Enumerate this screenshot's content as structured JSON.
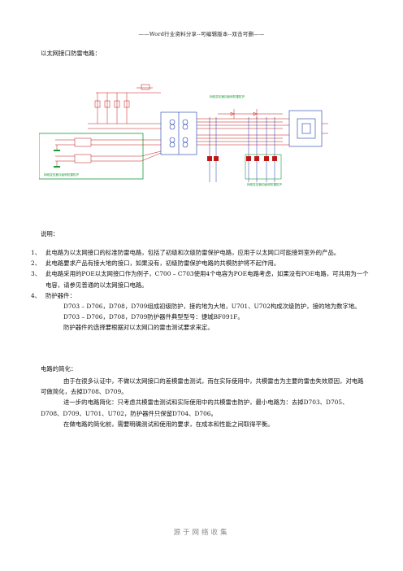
{
  "header": "——Word行业资料分享--可编辑版本--双击可删——",
  "heading": "以太网接口防雷电路：",
  "schematic": {
    "label_primary_top": "网络变压器初级侧防雷防护",
    "label_secondary_left": "网络变压器次级侧防雷防护",
    "label_primary_bottom": "网络变压器初级侧防雷防护"
  },
  "shuoming": "说明：",
  "notes": [
    {
      "num": "1、",
      "text": "此电路为以太网接口的标准防雷电路，包括了初级和次级防雷保护电路，应用于以太网口可能接到室外的产品。"
    },
    {
      "num": "2、",
      "text": "此电路要求产品有接大地的接口，如果没有，初级防雷保护电路的共模防护将不起作用。"
    },
    {
      "num": "3、",
      "text": "此电路采用的POE以太网接口作为例子，C700 – C703使用4个电容为POE电路考虑，如果没有POE电路，可共用为一个电容，请参见普通的以太网接口电路。"
    },
    {
      "num": "4、",
      "text": "防护器件："
    }
  ],
  "protect_lines": [
    "D703 – D706，D708，D709组成初级防护，接的地为大地，U701、U702构成次级防护，接的地为数字地。",
    "D703 – D706，D708，D709防护器件典型型号：捷城BF091F。",
    "防护器件的选择要根据对以太网口的雷击测试要求来定。"
  ],
  "simplify_title": "电路的简化：",
  "simplify": [
    "由于在很多认证中，不做以太网接口的差模雷击测试，而在实际使用中，共模雷击为主要的雷击失效原因，对电路可做简化，去掉D708、D709。",
    "进一步的电路简化：只考虑共模雷击测试和实际使用中的共模雷击防护，最小电路为：去掉D703、D705、D708、D709、U701、U702，防护器件只保留D704、D706。",
    "在做电路的简化前，需要明确测试和使用的要求，在成本和性能之间取得平衡。"
  ],
  "footer": "源于网络收集"
}
